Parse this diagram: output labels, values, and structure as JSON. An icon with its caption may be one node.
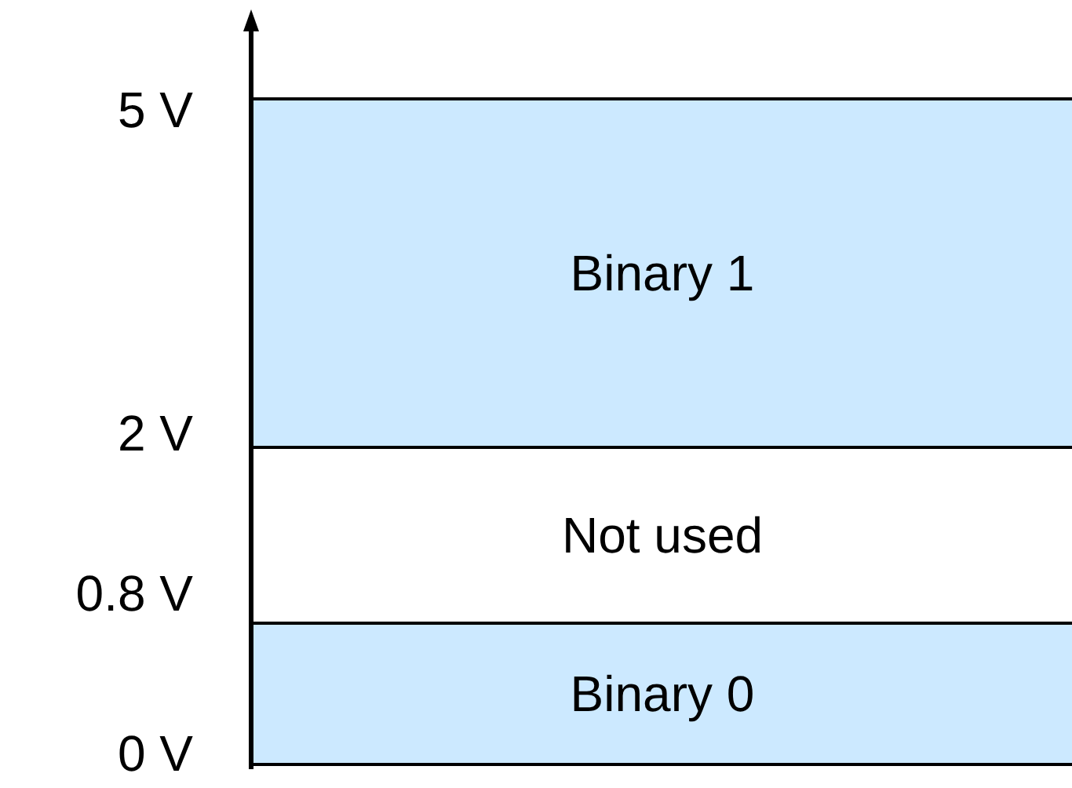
{
  "diagram": {
    "nodes": [
      {
        "text": [
          "Binary 1"
        ]
      },
      {
        "text": [
          "Not used"
        ]
      },
      {
        "text": [
          "Binary 0"
        ]
      }
    ],
    "labels": [
      "5 V",
      "2 V",
      "0.8 V",
      "0 V"
    ]
  }
}
